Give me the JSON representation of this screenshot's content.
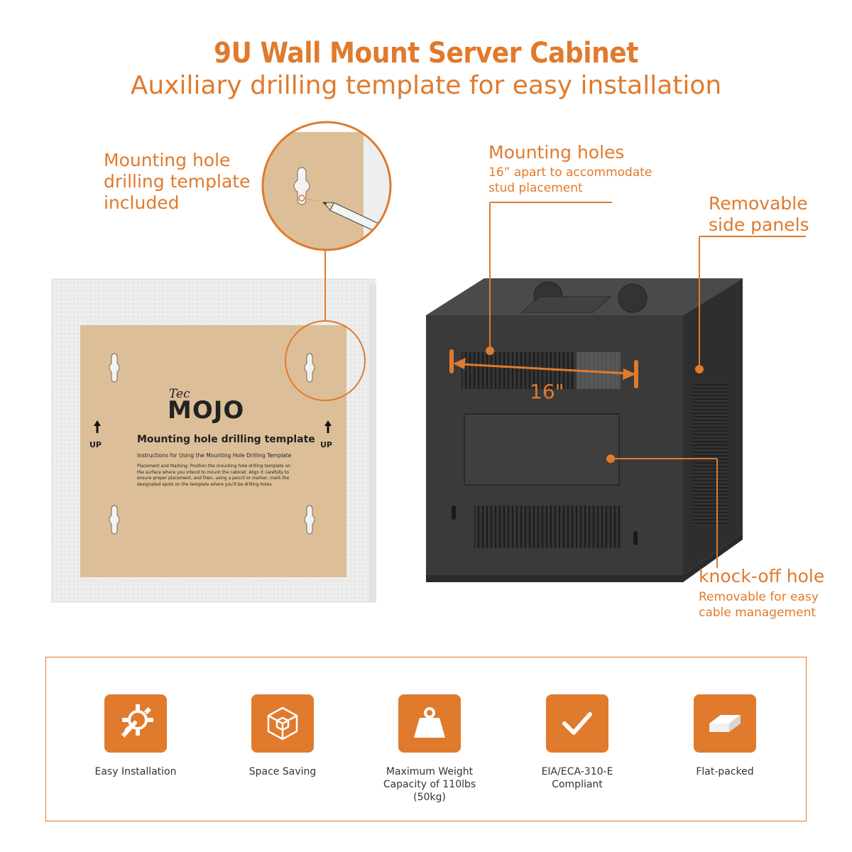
{
  "header": {
    "title": "9U Wall Mount Server Cabinet",
    "subtitle": "Auxiliary drilling template for easy installation"
  },
  "callouts": {
    "template": "Mounting hole drilling template included",
    "template_lines": [
      "Mounting hole",
      "drilling template",
      "included"
    ],
    "holes_title": "Mounting holes",
    "holes_desc_lines": [
      "16” apart to accommodate",
      "stud placement"
    ],
    "panels_lines": [
      "Removable",
      "side panels"
    ],
    "knock_title": "knock-off hole",
    "knock_desc_lines": [
      "Removable for easy",
      "cable management"
    ],
    "dimension": "16\""
  },
  "template_sheet": {
    "brand_small": "Tec",
    "brand_big": "MOJO",
    "heading": "Mounting hole drilling template",
    "instructions_title": "Instructions for Using the Mounting Hole Drilling Template",
    "instructions_lines": [
      "Placement and Marking: Position the mounting hole drilling template on",
      "the surface where you intend to mount the cabinet. Align it carefully to",
      "ensure proper placement, and then, using a pencil or marker, mark the",
      "designated spots on the template where you'll be drilling holes."
    ],
    "up_label": "UP"
  },
  "features": [
    {
      "icon": "gear-wrench-icon",
      "lines": [
        "Easy Installation"
      ]
    },
    {
      "icon": "cube-icon",
      "lines": [
        "Space Saving"
      ]
    },
    {
      "icon": "weight-icon",
      "lines": [
        "Maximum Weight",
        "Capacity of 110lbs (50kg)"
      ]
    },
    {
      "icon": "checkmark-icon",
      "lines": [
        "EIA/ECA-310-E",
        "Compliant"
      ]
    },
    {
      "icon": "flat-box-icon",
      "lines": [
        "Flat-packed"
      ]
    }
  ],
  "colors": {
    "accent": "#e07a2c",
    "template": "#dcbf98",
    "cabinet": "#3a3a3a"
  }
}
